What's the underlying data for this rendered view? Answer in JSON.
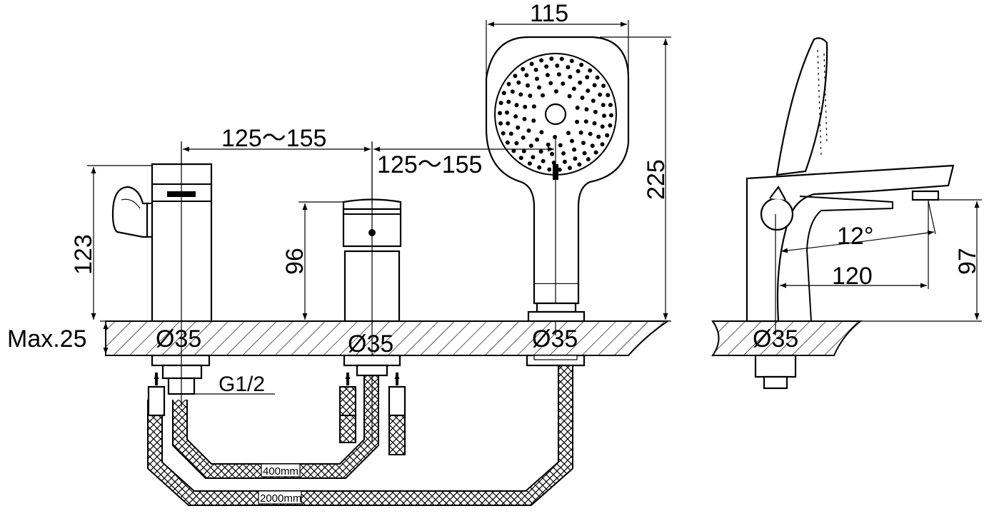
{
  "diagram": {
    "labels": {
      "spacing_1": "125～155",
      "spacing_2": "125～155",
      "handshower_width": "115",
      "handshower_height": "225",
      "mixer_height": "123",
      "diverter_height": "96",
      "side_height": "97",
      "side_reach": "120",
      "angle": "12°",
      "deck_thickness": "Max.25",
      "hole_1": "Ø35",
      "hole_2": "Ø35",
      "hole_3": "Ø35",
      "hole_4": "Ø35",
      "thread": "G1/2",
      "hose_short": "400mm",
      "hose_long": "2000mm"
    }
  }
}
